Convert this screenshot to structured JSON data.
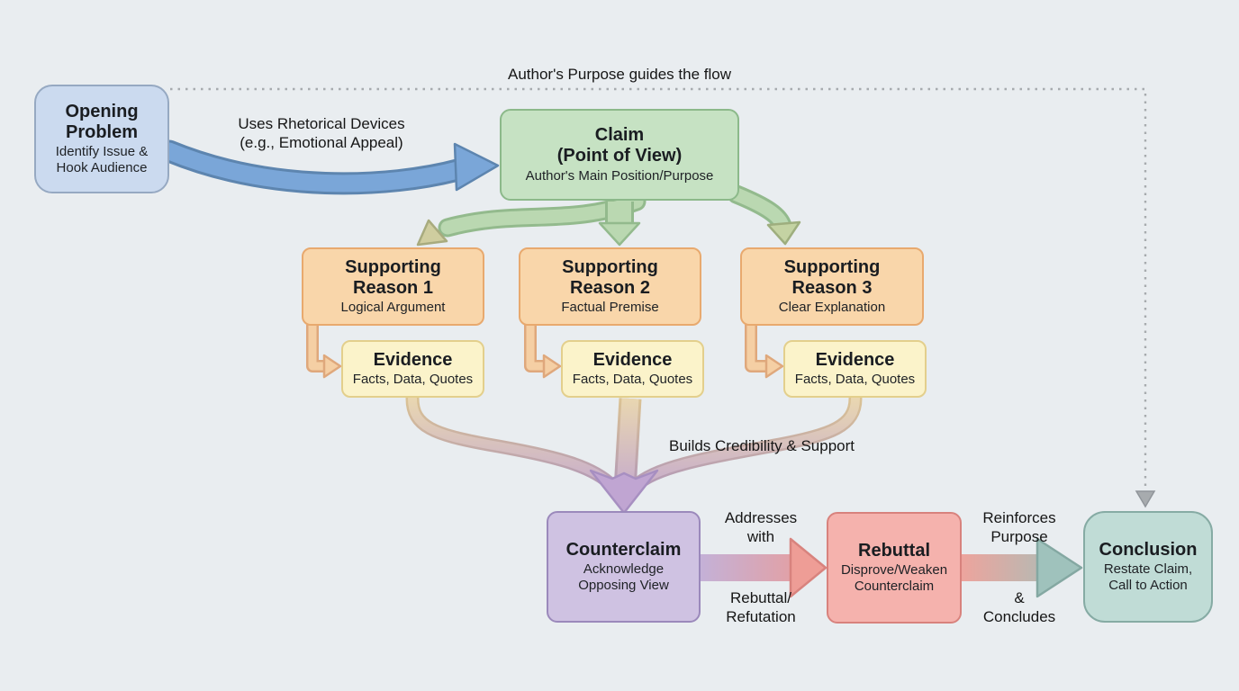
{
  "background": "#e9edf0",
  "annotations": {
    "authors_purpose": "Author's Purpose guides the flow",
    "rhetorical": {
      "line1": "Uses Rhetorical Devices",
      "line2": "(e.g., Emotional Appeal)"
    },
    "builds": "Builds Credibility & Support",
    "addresses": {
      "line1": "Addresses",
      "line2": "with"
    },
    "rebuttal_refutation": {
      "line1": "Rebuttal/",
      "line2": "Refutation"
    },
    "reinforces": {
      "line1": "Reinforces",
      "line2": "Purpose"
    },
    "concludes": {
      "line1": "&",
      "line2": "Concludes"
    }
  },
  "nodes": {
    "opening": {
      "title": "Opening Problem",
      "subtitle": "Identify Issue & Hook Audience",
      "fill": "#cbdaef",
      "border": "#96a9c2"
    },
    "claim": {
      "title": "Claim",
      "title2": "(Point of View)",
      "subtitle": "Author's Main Position/Purpose",
      "fill": "#c6e2c3",
      "border": "#8cb98a"
    },
    "reason1": {
      "title": "Supporting",
      "title2": "Reason 1",
      "subtitle": "Logical Argument",
      "fill": "#f9d6aa",
      "border": "#e8a96e"
    },
    "reason2": {
      "title": "Supporting",
      "title2": "Reason 2",
      "subtitle": "Factual Premise",
      "fill": "#f9d6aa",
      "border": "#e8a96e"
    },
    "reason3": {
      "title": "Supporting",
      "title2": "Reason 3",
      "subtitle": "Clear Explanation",
      "fill": "#f9d6aa",
      "border": "#e8a96e"
    },
    "evidence1": {
      "title": "Evidence",
      "subtitle": "Facts, Data, Quotes",
      "fill": "#fbf3ca",
      "border": "#e3cf8c"
    },
    "evidence2": {
      "title": "Evidence",
      "subtitle": "Facts, Data, Quotes",
      "fill": "#fbf3ca",
      "border": "#e3cf8c"
    },
    "evidence3": {
      "title": "Evidence",
      "subtitle": "Facts, Data, Quotes",
      "fill": "#fbf3ca",
      "border": "#e3cf8c"
    },
    "counterclaim": {
      "title": "Counterclaim",
      "subtitle": "Acknowledge Opposing View",
      "fill": "#cfc2e2",
      "border": "#9b89bb"
    },
    "rebuttal": {
      "title": "Rebuttal",
      "subtitle": "Disprove/Weaken Counterclaim",
      "fill": "#f5b2ad",
      "border": "#d8827d"
    },
    "conclusion": {
      "title": "Conclusion",
      "subtitle": "Restate Claim, Call to Action",
      "fill": "#c0dcd6",
      "border": "#86aba4"
    }
  },
  "arrow_colors": {
    "blue_fill": "#7aa6d8",
    "blue_outline": "#5d85af",
    "green_fill": "#bad8b1",
    "green_outline": "#93ba8d",
    "orange_fill": "#f5cfa4",
    "orange_outline": "#dfa87c",
    "converge_start": "#ead8b0",
    "converge_end": "#bfa3d1",
    "converge_head": "#c0a5d2",
    "purple_to_pink_start": "#c4b1d7",
    "purple_to_pink_end": "#ec9b95",
    "pink_head": "#ee9d96",
    "pink_to_teal_start": "#eda49d",
    "pink_to_teal_end": "#9fc2bc",
    "teal_head": "#9fc2bc",
    "dotted": "#a7abae"
  }
}
